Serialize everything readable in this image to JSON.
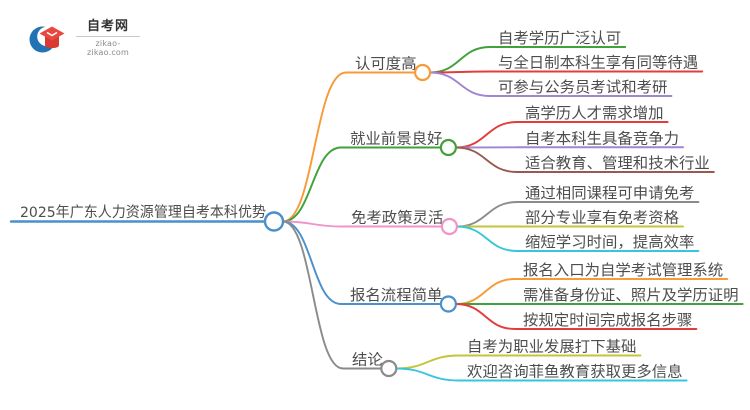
{
  "logo": {
    "title": "自考网",
    "domain": "zikao-zikao.com",
    "icon": "graduation-cap-swoosh-icon",
    "colors": {
      "swoosh": "#2173b5",
      "cap_top": "#e8493f",
      "cap_body": "#d93a31",
      "chevron": "#ffffff"
    }
  },
  "mindmap": {
    "text_color": "#4d4d4d",
    "root": {
      "label": "2025年广东人力资源管理自考本科优势",
      "color": "#4a90cc"
    },
    "branches": [
      {
        "label": "认可度高",
        "color": "#f79a38",
        "children": [
          {
            "label": "自考学历广泛认可",
            "color": "#3fa23a"
          },
          {
            "label": "与全日制本科生享有同等待遇",
            "color": "#e23d3d"
          },
          {
            "label": "可参与公务员考试和考研",
            "color": "#9f85d2"
          }
        ]
      },
      {
        "label": "就业前景良好",
        "color": "#3fa23a",
        "children": [
          {
            "label": "高学历人才需求增加",
            "color": "#e23d3d"
          },
          {
            "label": "自考本科生具备竞争力",
            "color": "#9f85d2"
          },
          {
            "label": "适合教育、管理和技术行业",
            "color": "#99594d"
          }
        ]
      },
      {
        "label": "免考政策灵活",
        "color": "#f093c9",
        "children": [
          {
            "label": "通过相同课程可申请免考",
            "color": "#8b8b8b"
          },
          {
            "label": "部分专业享有免考资格",
            "color": "#c3c43c"
          },
          {
            "label": "缩短学习时间，提高效率",
            "color": "#35c6dc"
          }
        ]
      },
      {
        "label": "报名流程简单",
        "color": "#4a90cc",
        "children": [
          {
            "label": "报名入口为自学考试管理系统",
            "color": "#f79a38"
          },
          {
            "label": "需准备身份证、照片及学历证明",
            "color": "#3fa23a"
          },
          {
            "label": "按规定时间完成报名步骤",
            "color": "#e23d3d"
          }
        ]
      },
      {
        "label": "结论",
        "color": "#8b8b8b",
        "children": [
          {
            "label": "自考为职业发展打下基础",
            "color": "#c3c43c"
          },
          {
            "label": "欢迎咨询菲鱼教育获取更多信息",
            "color": "#35c6dc"
          }
        ]
      }
    ]
  }
}
